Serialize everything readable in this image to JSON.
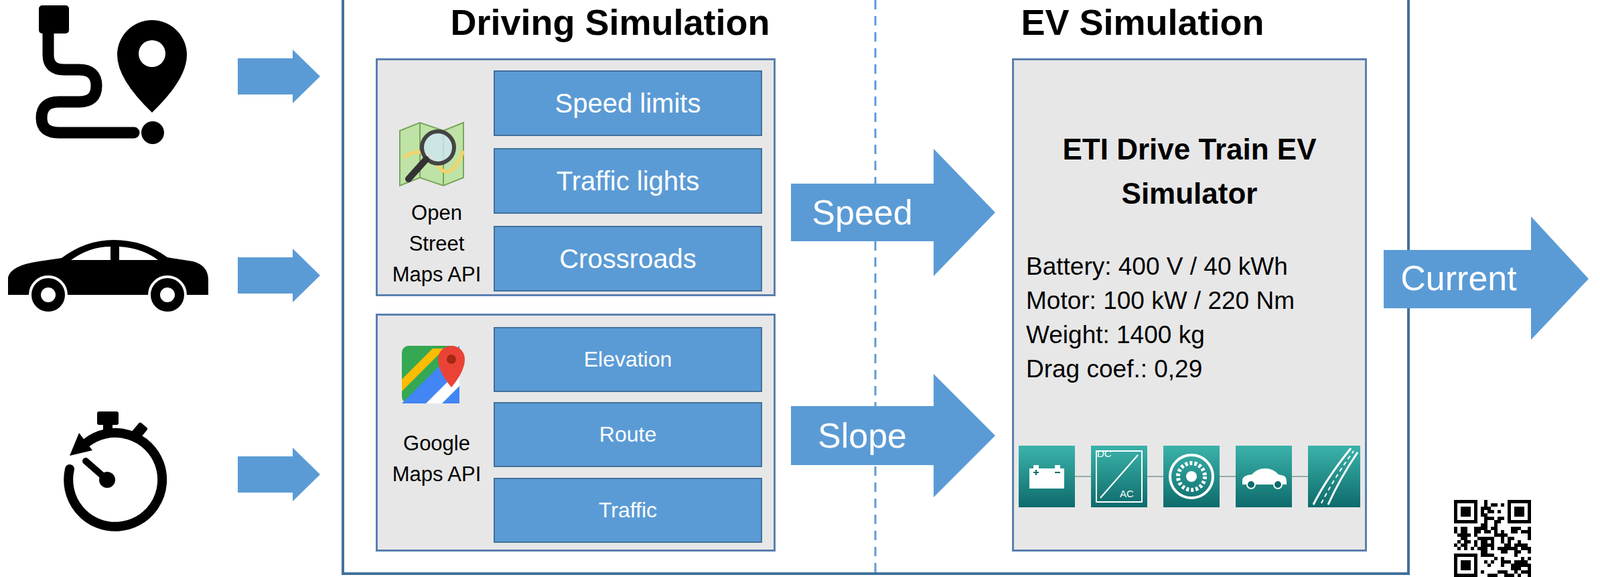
{
  "diagram": {
    "nodes": [
      {
        "text": [
          "Open Street Maps API"
        ]
      },
      {
        "text": [
          "Speed limits"
        ],
        "in": 0
      },
      {
        "text": [
          "Traffic lights"
        ],
        "in": 0
      },
      {
        "text": [
          "Crossroads"
        ],
        "in": 0
      },
      {
        "text": [
          "Google Maps API"
        ]
      },
      {
        "text": [
          "Elevation"
        ],
        "in": 4
      },
      {
        "text": [
          "Route"
        ],
        "in": 4
      },
      {
        "text": [
          "Traffic"
        ],
        "in": 4
      },
      {
        "text": [
          "ETI Drive Train EV Simulator",
          "Battery: 400 V / 40 kWh",
          "Motor: 100 kW / 220 Nm",
          "Weight: 1400 kg",
          "Drag coef.: 0,29"
        ]
      }
    ],
    "edges": [
      {
        "from": 0,
        "to": 8,
        "arrow": "to",
        "label": "Speed"
      },
      {
        "from": 4,
        "to": 8,
        "arrow": "to",
        "label": "Slope"
      }
    ],
    "labels": [
      "Driving Simulation",
      "EV Simulation",
      "Current",
      "DC",
      "AC"
    ]
  }
}
